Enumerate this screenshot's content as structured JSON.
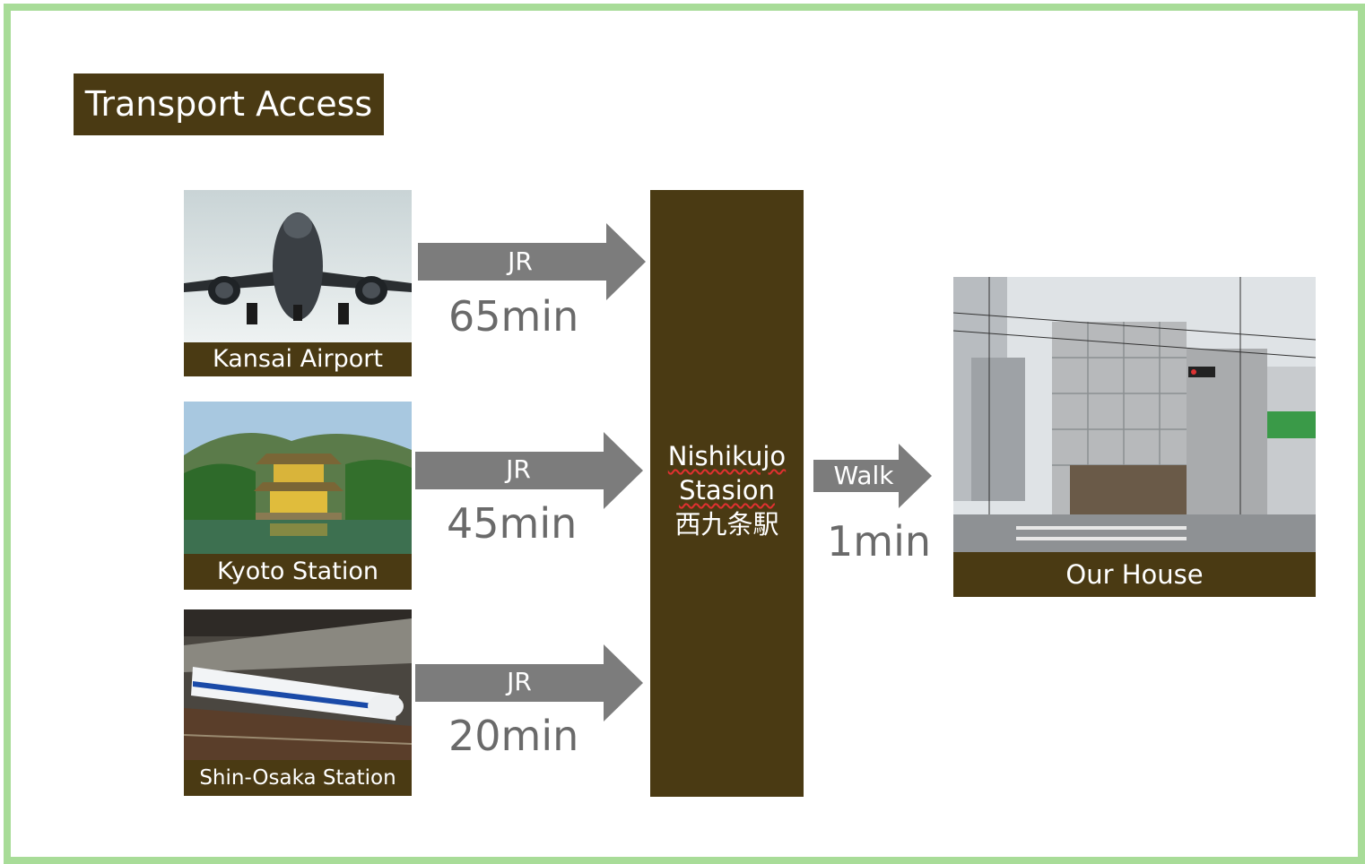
{
  "title": "Transport Access",
  "origins": [
    {
      "name": "Kansai Airport",
      "line": "JR",
      "time": "65min"
    },
    {
      "name": "Kyoto Station",
      "line": "JR",
      "time": "45min"
    },
    {
      "name": "Shin-Osaka Station",
      "line": "JR",
      "time": "20min"
    }
  ],
  "station": {
    "name_line1": "Nishikujo",
    "name_line2": "Stasion",
    "name_jp": "西九条駅"
  },
  "walk": {
    "label": "Walk",
    "time": "1min"
  },
  "destination": {
    "name": "Our House"
  },
  "colors": {
    "frame": "#a8dc98",
    "dark_brown": "#4a3a13",
    "arrow_gray": "#7c7c7c",
    "text_gray": "#6a6a6a"
  }
}
